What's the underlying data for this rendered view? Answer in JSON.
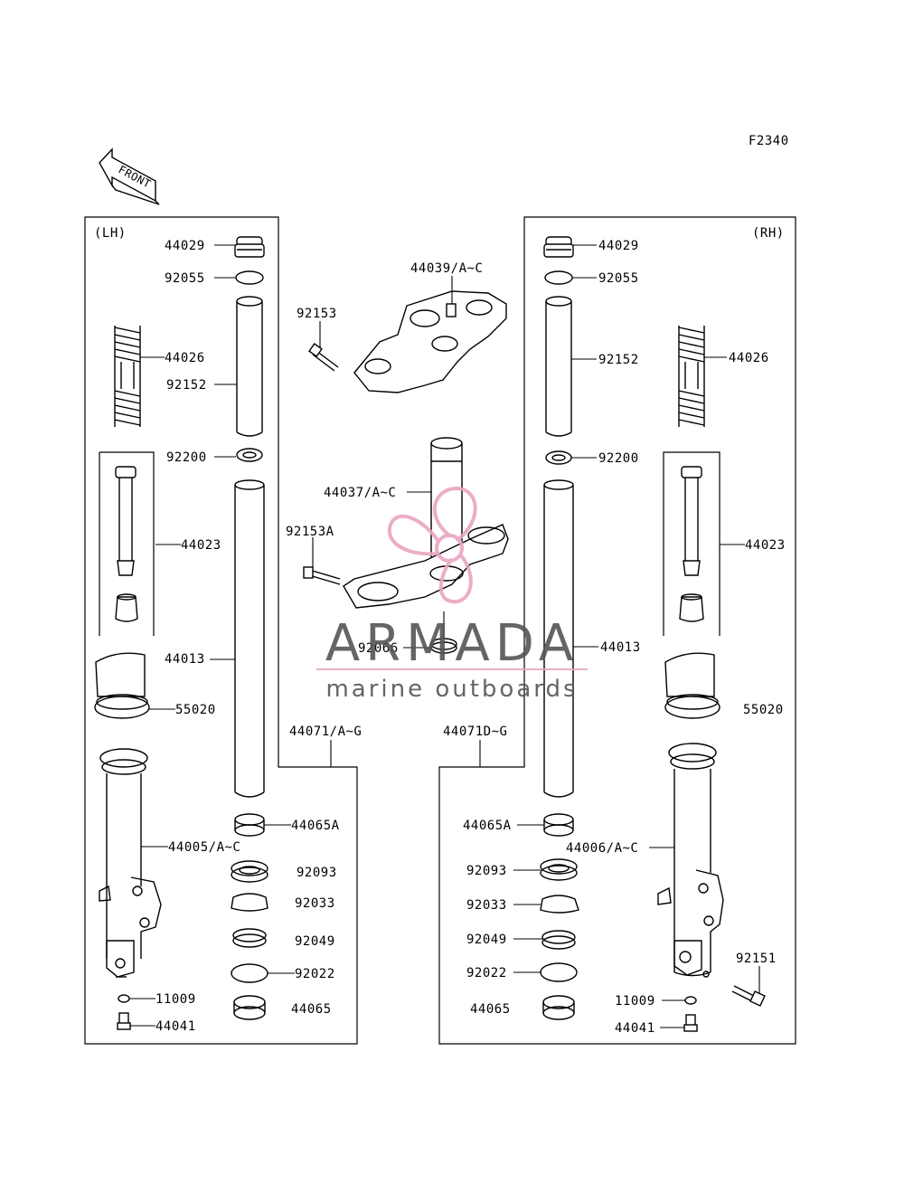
{
  "figure_code": "F2340",
  "front_label": "FRONT",
  "side_labels": {
    "left": "(LH)",
    "right": "(RH)"
  },
  "parts": {
    "p44029": "44029",
    "p92055": "92055",
    "p44026": "44026",
    "p92152": "92152",
    "p92200": "92200",
    "p44023": "44023",
    "p44013": "44013",
    "p55020": "55020",
    "p44005": "44005/A~C",
    "p44006": "44006/A~C",
    "p44065A": "44065A",
    "p92093": "92093",
    "p92033": "92033",
    "p92049": "92049",
    "p92022": "92022",
    "p44065": "44065",
    "p11009": "11009",
    "p44041": "44041",
    "p92151": "92151",
    "p92153": "92153",
    "p92153A": "92153A",
    "p44039": "44039/A~C",
    "p44037": "44037/A~C",
    "p92066": "92066",
    "p44071L": "44071/A~G",
    "p44071R": "44071D~G"
  },
  "watermark": {
    "brand": "ARMADA",
    "tagline": "marine outboards",
    "colors": {
      "logo": "#e9a5c2",
      "text": "#555555",
      "line": "#e9a5c2"
    }
  }
}
